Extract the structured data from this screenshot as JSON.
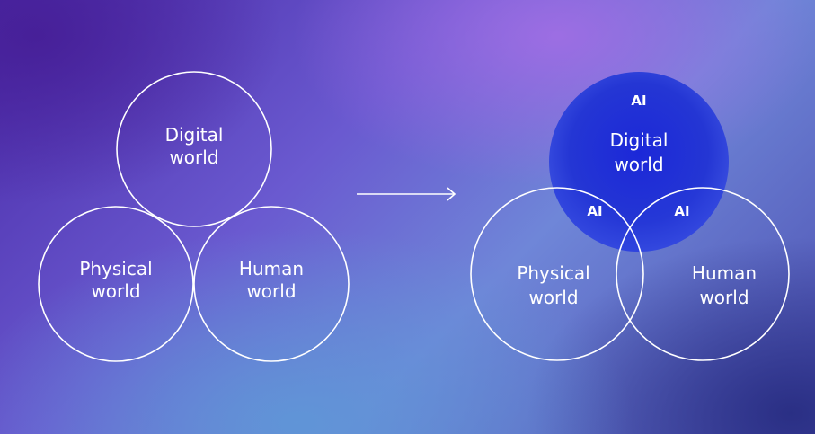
{
  "left_diagram": {
    "digital": {
      "line1": "Digital",
      "line2": "world"
    },
    "physical": {
      "line1": "Physical",
      "line2": "world"
    },
    "human": {
      "line1": "Human",
      "line2": "world"
    }
  },
  "right_diagram": {
    "digital": {
      "line1": "Digital",
      "line2": "world"
    },
    "physical": {
      "line1": "Physical",
      "line2": "world"
    },
    "human": {
      "line1": "Human",
      "line2": "world"
    },
    "ai_labels": [
      "AI",
      "AI",
      "AI"
    ]
  },
  "colors": {
    "circle_stroke": "#ffffff",
    "ai_fill": "#1f2fd6",
    "arrow": "#ffffff"
  }
}
